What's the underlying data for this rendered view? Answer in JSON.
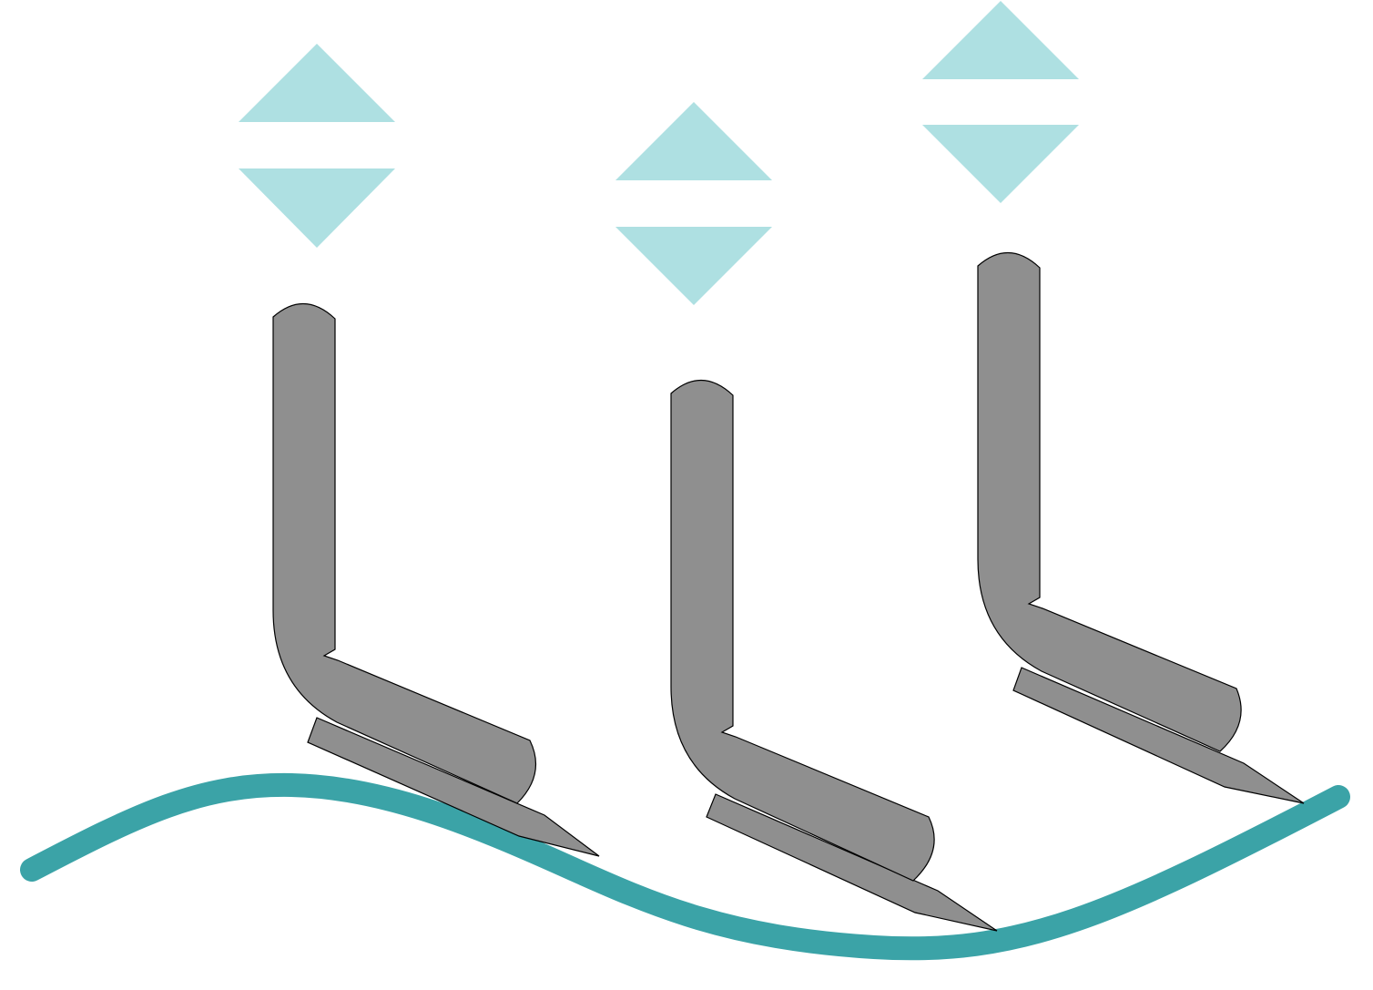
{
  "colors": {
    "arrow": "#aee0e2",
    "tool": "#8f8f8f",
    "blade": "#8f8f8f",
    "surface": "#3ba3a7",
    "outline": "#000000",
    "background": "#ffffff"
  },
  "icons": {
    "height_adjust": "up-down-arrows-icon",
    "tool": "l-shaped-blade-tool",
    "surface": "wavy-surface-line"
  },
  "tools": [
    {
      "id": "tool-left"
    },
    {
      "id": "tool-middle"
    },
    {
      "id": "tool-right"
    }
  ]
}
